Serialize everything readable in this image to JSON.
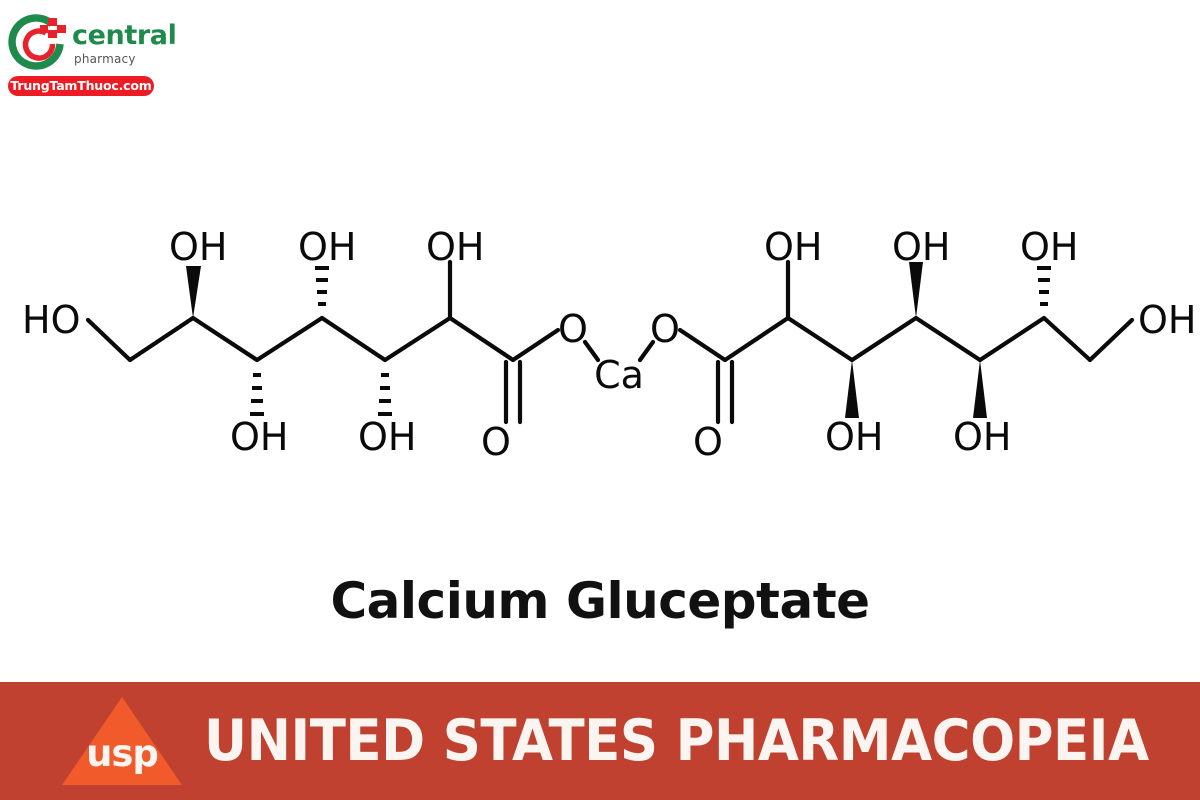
{
  "brand": {
    "name": "central",
    "subtitle": "pharmacy",
    "url": "TrungTamThuoc.com",
    "green": "#1E8A4C",
    "red": "#ED1C24"
  },
  "compound": {
    "title": "Calcium Gluceptate",
    "metal_label": "Ca",
    "hydroxyl_label": "OH",
    "hydroxyl_label_reversed": "HO",
    "oxygen_label": "O"
  },
  "structure": {
    "left_terminal_label": "HO",
    "right_terminal_label": "OH",
    "ester_oxygen_left_label": "O",
    "ester_oxygen_right_label": "O",
    "carbonyl_oxygen_left_label": "O",
    "carbonyl_oxygen_right_label": "O",
    "top_hydroxyls": [
      "OH",
      "OH",
      "OH",
      "OH",
      "OH",
      "OH"
    ],
    "bottom_hydroxyls": [
      "OH",
      "OH",
      "OH",
      "OH"
    ],
    "stereo_bonds": [
      "wedge",
      "hash",
      "hash",
      "hash",
      "plain",
      "plain",
      "wedge",
      "wedge",
      "wedge",
      "hash"
    ]
  },
  "banner": {
    "title": "UNITED STATES PHARMACOPEIA",
    "logo_text": "usp",
    "background_color": "#C0412F",
    "triangle_color": "#F15A2B",
    "text_color": "#FAF5F0"
  }
}
